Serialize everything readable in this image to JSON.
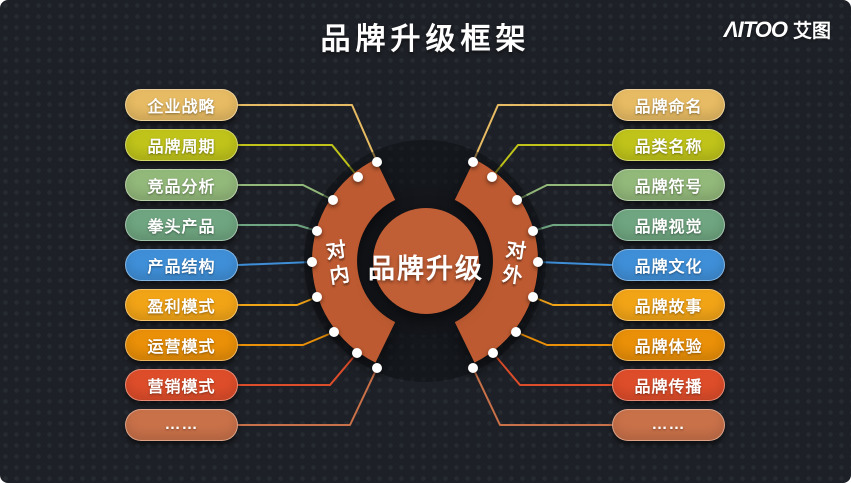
{
  "title": "品牌升级框架",
  "logo": {
    "text_en": "ΛITOO",
    "text_cn": "艾图"
  },
  "center": {
    "label": "品牌升级",
    "inner_label": "对内",
    "outer_label": "对外"
  },
  "left_items": [
    {
      "label": "企业战略",
      "color": "#e7bb63"
    },
    {
      "label": "品牌周期",
      "color": "#bfc31a"
    },
    {
      "label": "竞品分析",
      "color": "#92b87a"
    },
    {
      "label": "拳头产品",
      "color": "#6fa580"
    },
    {
      "label": "产品结构",
      "color": "#3f8fd8"
    },
    {
      "label": "盈利模式",
      "color": "#f2a417"
    },
    {
      "label": "运营模式",
      "color": "#e98f08"
    },
    {
      "label": "营销模式",
      "color": "#de4d2a"
    },
    {
      "label": "……",
      "color": "#c97149"
    }
  ],
  "right_items": [
    {
      "label": "品牌命名",
      "color": "#e7bb63"
    },
    {
      "label": "品类名称",
      "color": "#bfc31a"
    },
    {
      "label": "品牌符号",
      "color": "#92b87a"
    },
    {
      "label": "品牌视觉",
      "color": "#6fa580"
    },
    {
      "label": "品牌文化",
      "color": "#3f8fd8"
    },
    {
      "label": "品牌故事",
      "color": "#f2a417"
    },
    {
      "label": "品牌体验",
      "color": "#e98f08"
    },
    {
      "label": "品牌传播",
      "color": "#de4d2a"
    },
    {
      "label": "……",
      "color": "#c97149"
    }
  ],
  "colors": {
    "background": "#1d2026",
    "ring": "#bd5a31",
    "center_circle": "#c05e35",
    "connector_dot": "#ffffff"
  }
}
